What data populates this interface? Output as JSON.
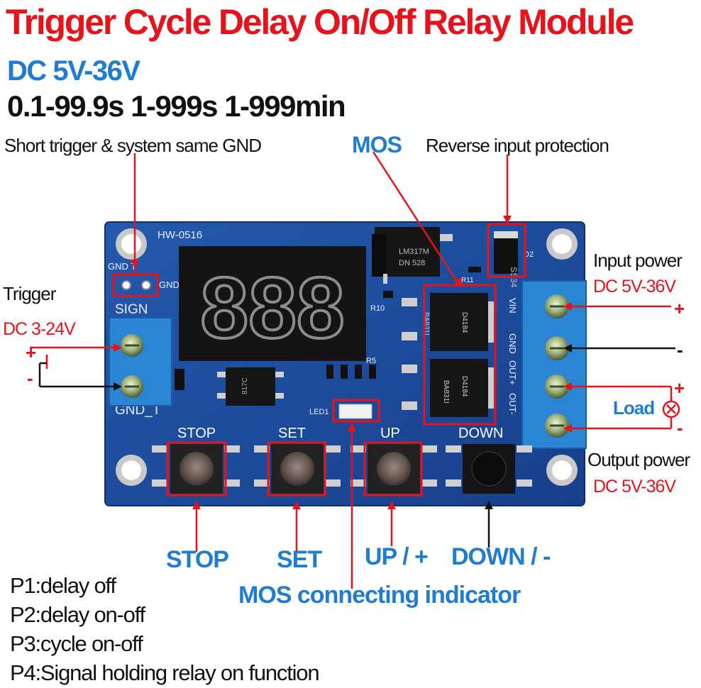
{
  "header": {
    "title": "Trigger Cycle Delay On/Off Relay Module",
    "voltage": "DC 5V-36V",
    "time_ranges": "0.1-99.9s  1-999s  1-999min"
  },
  "annotations": {
    "short_trigger": "Short trigger &  system same GND",
    "mos": "MOS",
    "reverse_protection": "Reverse input protection",
    "trigger": "Trigger",
    "trigger_voltage": "DC 3-24V",
    "input_power": "Input power",
    "input_voltage": "DC 5V-36V",
    "load": "Load",
    "output_power": "Output power",
    "output_voltage": "DC 5V-36V",
    "plus": "+",
    "minus": "-"
  },
  "buttons": {
    "stop": "STOP",
    "set": "SET",
    "up": "UP / +",
    "down": "DOWN / -"
  },
  "mos_indicator": "MOS connecting indicator",
  "modes": [
    "P1:delay off",
    "P2:delay on-off",
    "P3:cycle on-off",
    "P4:Signal holding relay on function"
  ],
  "board": {
    "model": "HW-0516",
    "display": "888",
    "gnd_t": "GND T",
    "gnd": "GND",
    "sign": "SIGN",
    "gnd_t_bottom": "GND_T",
    "stop": "STOP",
    "set": "SET",
    "up": "UP",
    "down": "DOWN",
    "led": "LED1",
    "r10": "R10",
    "r5": "R5",
    "r11": "R11",
    "d2": "D2",
    "regulator": "LM317M",
    "regulator_code": "DN 528",
    "diode": "SS34",
    "mosfet": "BA831I",
    "mosfet_code": "D4184",
    "optocoupler": "817C",
    "terminal_labels": [
      "VIN",
      "GND",
      "OUT+",
      "OUT-"
    ]
  },
  "colors": {
    "title_red": "#e8131a",
    "accent_blue": "#1f7ccf",
    "pcb_blue": "#1c4fa3",
    "terminal_blue": "#2a86d4",
    "highlight_red": "#e8131a"
  }
}
